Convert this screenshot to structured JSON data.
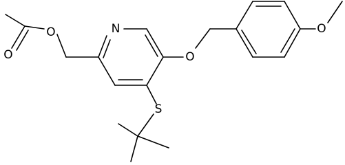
{
  "molecule": {
    "atoms": {
      "ester_o": "O",
      "carbonyl_o": "O",
      "ring_n": "N",
      "aryl_ether_o": "O",
      "methoxy_o": "O",
      "thioether_s": "S"
    },
    "colors": {
      "bond": "#000000",
      "label": "#000000",
      "background": "#ffffff"
    }
  }
}
